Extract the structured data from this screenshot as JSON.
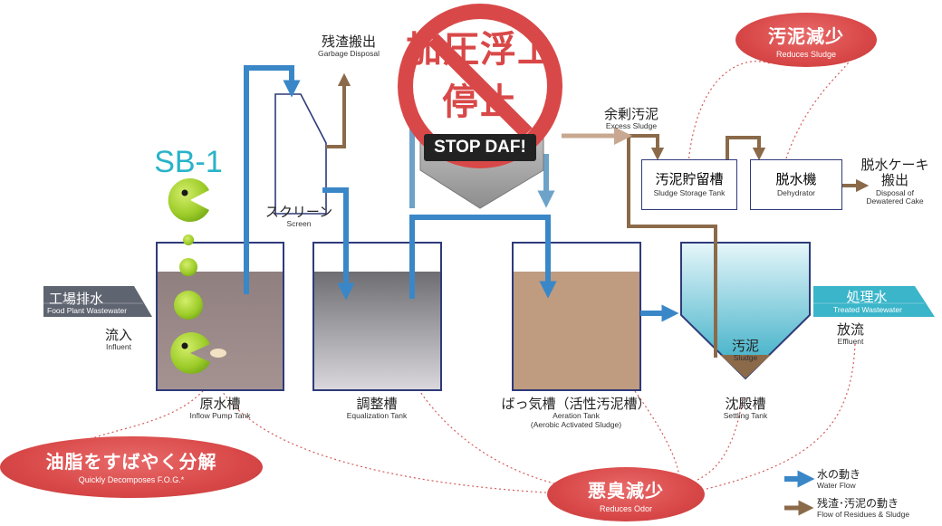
{
  "sb1": {
    "label": "SB-1"
  },
  "stop_sign": {
    "line1": "加圧浮上",
    "line2": "停止",
    "banner": "STOP DAF!"
  },
  "nodes": {
    "garbage": {
      "jp": "残渣搬出",
      "en": "Garbage Disposal"
    },
    "screen": {
      "jp": "スクリーン",
      "en": "Screen"
    },
    "excess": {
      "jp": "余剰汚泥",
      "en": "Excess Sludge"
    },
    "storage": {
      "jp": "汚泥貯留槽",
      "en": "Sludge Storage Tank"
    },
    "dehydrator": {
      "jp": "脱水機",
      "en": "Dehydrator"
    },
    "cake": {
      "jp1": "脱水ケーキ",
      "jp2": "搬出",
      "en1": "Disposal of",
      "en2": "Dewatered Cake"
    },
    "food_plant": {
      "jp": "工場排水",
      "en": "Food Plant Wastewater"
    },
    "influent": {
      "jp": "流入",
      "en": "Influent"
    },
    "inflow_tank": {
      "jp": "原水槽",
      "en": "Inflow Pump Tank"
    },
    "equalization": {
      "jp": "調整槽",
      "en": "Equalization Tank"
    },
    "aeration": {
      "jp": "ばっ気槽（活性汚泥槽）",
      "en1": "Aeration Tank",
      "en2": "(Aerobic Activated Sludge)"
    },
    "settling": {
      "jp": "沈殿槽",
      "en": "Settling Tank"
    },
    "sludge": {
      "jp": "汚泥",
      "en": "Sludge"
    },
    "treated": {
      "jp": "処理水",
      "en": "Treated Wastewater"
    },
    "effluent": {
      "jp": "放流",
      "en": "Effluent"
    }
  },
  "bubbles": {
    "reduces_sludge": {
      "jp": "汚泥減少",
      "en": "Reduces Sludge"
    },
    "fog": {
      "jp": "油脂をすばやく分解",
      "en": "Quickly Decomposes F.O.G.*"
    },
    "odor": {
      "jp": "悪臭減少",
      "en": "Reduces Odor"
    }
  },
  "legend": {
    "water": {
      "jp": "水の動き",
      "en": "Water Flow"
    },
    "residue": {
      "jp": "残渣･汚泥の動き",
      "en": "Flow of Residues & Sludge"
    }
  },
  "colors": {
    "water": "#3a87c8",
    "residue": "#8b6a4a",
    "accent": "#d94848",
    "sb1": "#29b3c9",
    "treated": "#3ab5c9",
    "frame": "#2f3a7a"
  }
}
